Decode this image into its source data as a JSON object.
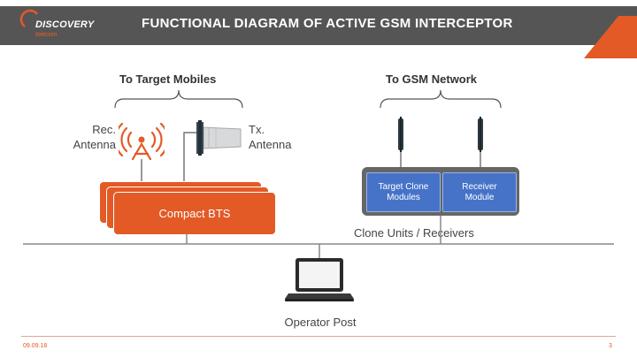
{
  "header": {
    "logo_main": "DISCOVERY",
    "logo_sub": "telecom",
    "title": "FUNCTIONAL DIAGRAM OF ACTIVE GSM INTERCEPTOR"
  },
  "diagram": {
    "to_target_mobiles": "To Target Mobiles",
    "to_gsm_network": "To GSM Network",
    "rec_antenna_line1": "Rec.",
    "rec_antenna_line2": "Antenna",
    "tx_antenna_line1": "Tx.",
    "tx_antenna_line2": "Antenna",
    "compact_bts": "Compact BTS",
    "target_clone_modules": "Target Clone Modules",
    "receiver_module": "Receiver Module",
    "clone_units_receivers": "Clone Units / Receivers",
    "operator_post": "Operator Post"
  },
  "footer": {
    "date": "09.09.18",
    "page": "3"
  },
  "colors": {
    "accent": "#e35a27",
    "header": "#555555",
    "module": "#4673c8"
  }
}
